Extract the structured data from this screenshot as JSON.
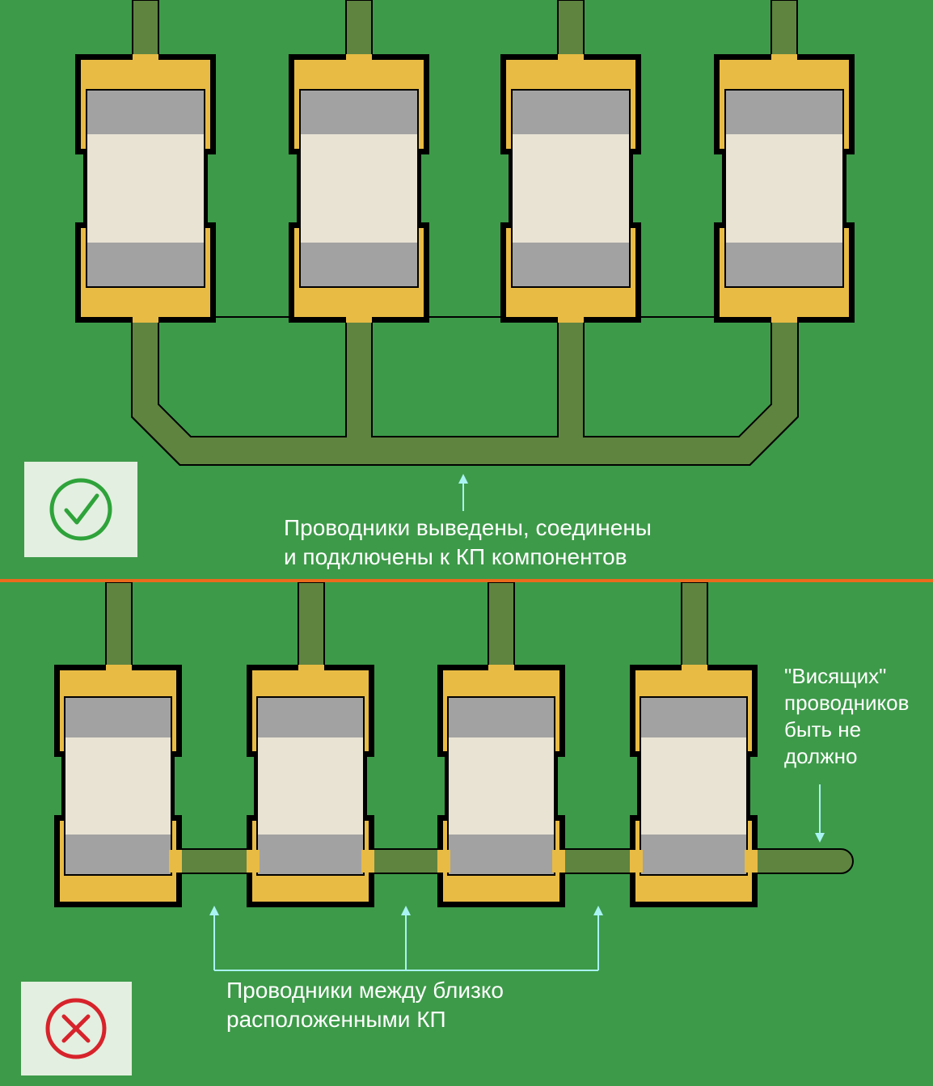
{
  "captions": {
    "good_line1": "Проводники выведены, соединены",
    "good_line2": "и подключены к КП компонентов",
    "bad_line1": "Проводники между близко",
    "bad_line2": "расположенными КП",
    "dangling_line1": "\"Висящих\"",
    "dangling_line2": "проводников",
    "dangling_line3": "быть не",
    "dangling_line4": "должно"
  },
  "badges": {
    "good_icon": "check-circle-icon",
    "bad_icon": "cross-circle-icon"
  },
  "colors": {
    "board": "#3d9a49",
    "trace": "#5e8440",
    "pad": "#e8bb44",
    "pad_outline": "#000000",
    "body": "#e9e3d4",
    "terminal": "#a2a2a2",
    "divider": "#ec6a1c",
    "arrow": "#aaf3f3",
    "check": "#2ea33a",
    "cross": "#d7232b",
    "badge_bg": "#e3efe0"
  }
}
